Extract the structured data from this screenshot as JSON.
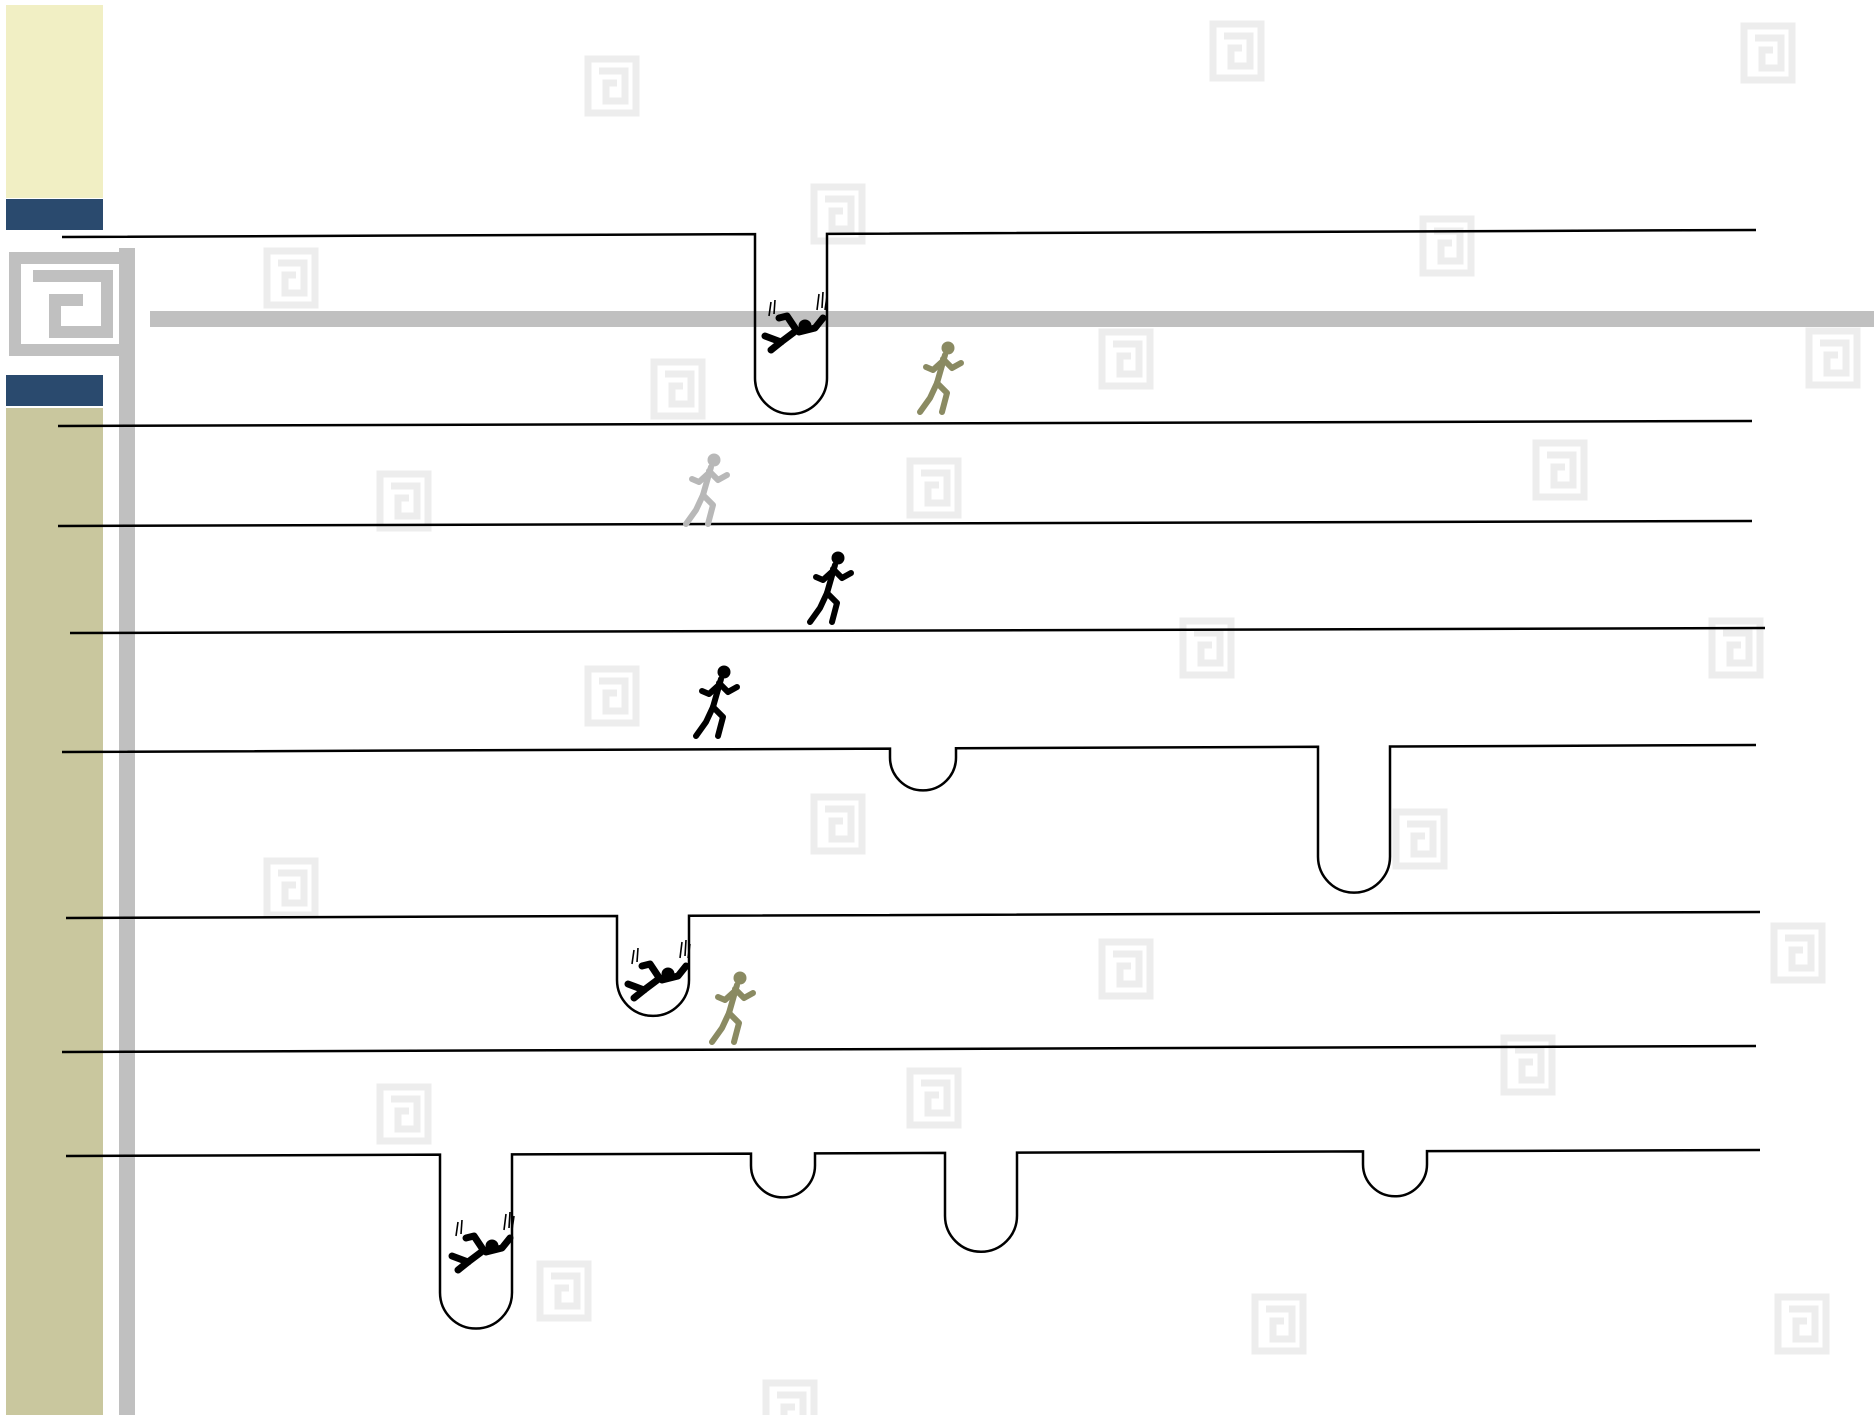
{
  "colors": {
    "sidebar_top": "#F1EFC4",
    "sidebar_bottom": "#C9C79E",
    "navy": "#2A4A6E",
    "rule_gray": "#C0C0C0",
    "watermark": "#EDEDED",
    "ink": "#000000",
    "runner_khaki": "#8A8A62",
    "runner_light": "#B8B8B8"
  },
  "icons": {
    "logo": "spiral-square-icon",
    "watermark": "spiral-square-watermark-icon",
    "runner": "running-person-icon",
    "faller": "falling-person-icon"
  },
  "illustration": {
    "lines_count": 8,
    "pits_count": 8,
    "runners_count": 5,
    "fallers_count": 3
  }
}
